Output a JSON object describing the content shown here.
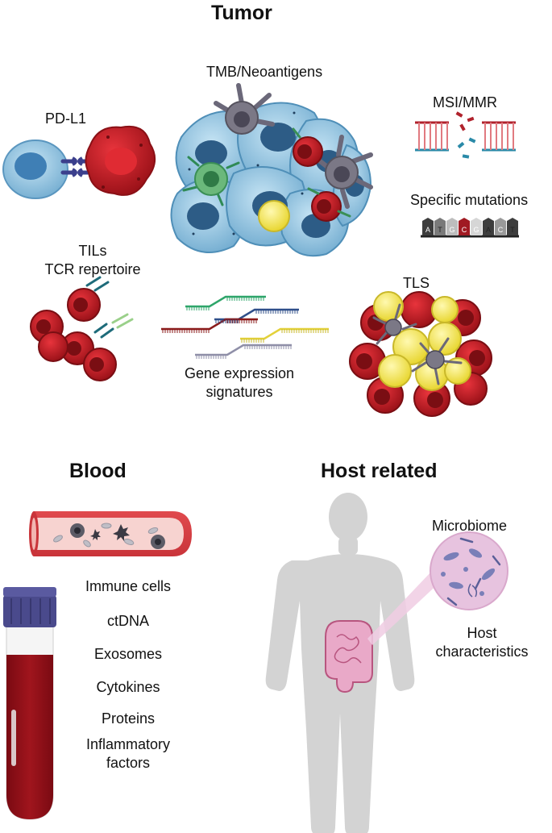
{
  "sections": {
    "tumor": "Tumor",
    "blood": "Blood",
    "host": "Host related"
  },
  "tumor_labels": {
    "pdl1": "PD-L1",
    "tmb": "TMB/Neoantigens",
    "msi": "MSI/MMR",
    "mutations": "Specific mutations",
    "tils_line1": "TILs",
    "tils_line2": "TCR repertoire",
    "gene_line1": "Gene expression",
    "gene_line2": "signatures",
    "tls": "TLS"
  },
  "dna_bases": [
    "A",
    "T",
    "G",
    "C",
    "G",
    "A",
    "C",
    "T"
  ],
  "blood_items": [
    "Immune cells",
    "ctDNA",
    "Exosomes",
    "Cytokines",
    "Proteins"
  ],
  "blood_last_line1": "Inflammatory",
  "blood_last_line2": "factors",
  "host_labels": {
    "microbiome": "Microbiome",
    "host_line1": "Host",
    "host_line2": "characteristics"
  },
  "colors": {
    "tumor_cell": "#8fc3de",
    "nucleus": "#2d5c86",
    "red_cell": "#b51d24",
    "yellow_cell": "#f5e55a",
    "green_cell": "#6bb87b",
    "dendritic": "#7b7886",
    "blood_red": "#941018",
    "tube_cap": "#4a4a8c",
    "body_gray": "#d3d3d3",
    "microbiome_bg": "#e7c3df"
  }
}
